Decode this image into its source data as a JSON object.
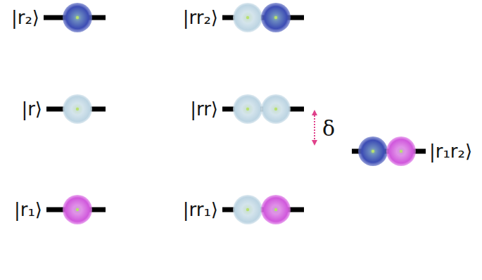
{
  "diagram": {
    "labels": [
      "|r₂⟩",
      "|rr₂⟩",
      "|r⟩",
      "|rr⟩",
      "δ",
      "|r₁r₂⟩",
      "|r₁⟩",
      "|rr₁⟩"
    ]
  }
}
